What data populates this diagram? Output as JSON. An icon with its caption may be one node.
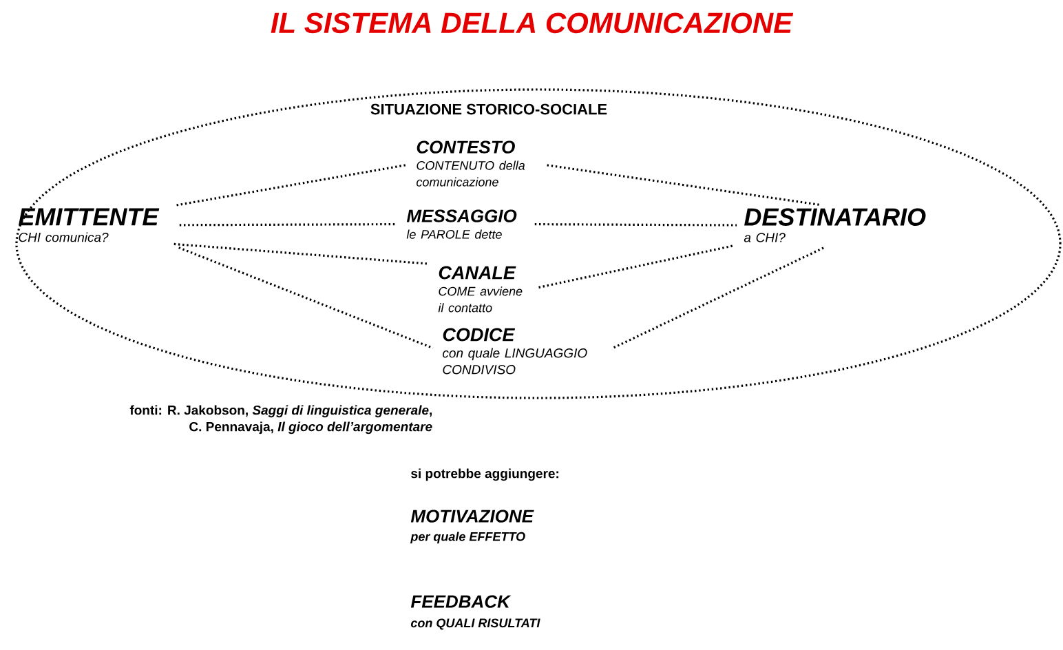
{
  "diagram": {
    "title": "IL SISTEMA DELLA COMUNICAZIONE",
    "nodes": [
      {
        "text": [
          "SITUAZIONE STORICO-SOCIALE"
        ]
      },
      {
        "text": [
          "EMITTENTE",
          "CHI comunica?"
        ],
        "in": 0
      },
      {
        "text": [
          "CONTESTO",
          "CONTENUTO della comunicazione"
        ],
        "in": 0
      },
      {
        "text": [
          "MESSAGGIO",
          "le PAROLE dette"
        ],
        "in": 0
      },
      {
        "text": [
          "CANALE",
          "COME avviene il contatto"
        ],
        "in": 0
      },
      {
        "text": [
          "CODICE",
          "con quale LINGUAGGIO CONDIVISO"
        ],
        "in": 0
      },
      {
        "text": [
          "DESTINATARIO",
          "a CHI?"
        ],
        "in": 0
      }
    ],
    "edges": [
      {
        "from": 1,
        "to": 2,
        "arrow": "none"
      },
      {
        "from": 1,
        "to": 3,
        "arrow": "none"
      },
      {
        "from": 1,
        "to": 4,
        "arrow": "none"
      },
      {
        "from": 1,
        "to": 5,
        "arrow": "none"
      },
      {
        "from": 2,
        "to": 6,
        "arrow": "none"
      },
      {
        "from": 3,
        "to": 6,
        "arrow": "none"
      },
      {
        "from": 4,
        "to": 6,
        "arrow": "none"
      },
      {
        "from": 5,
        "to": 6,
        "arrow": "none"
      }
    ],
    "labels": [
      "fonti: R. Jakobson, *Saggi di linguistica generale*,",
      "C. Pennavaja, *Il gioco dell’argomentare*",
      "si potrebbe aggiungere:",
      "MOTIVAZIONE",
      "per quale EFFETTO",
      "FEEDBACK",
      "con QUALI RISULTATI"
    ]
  }
}
